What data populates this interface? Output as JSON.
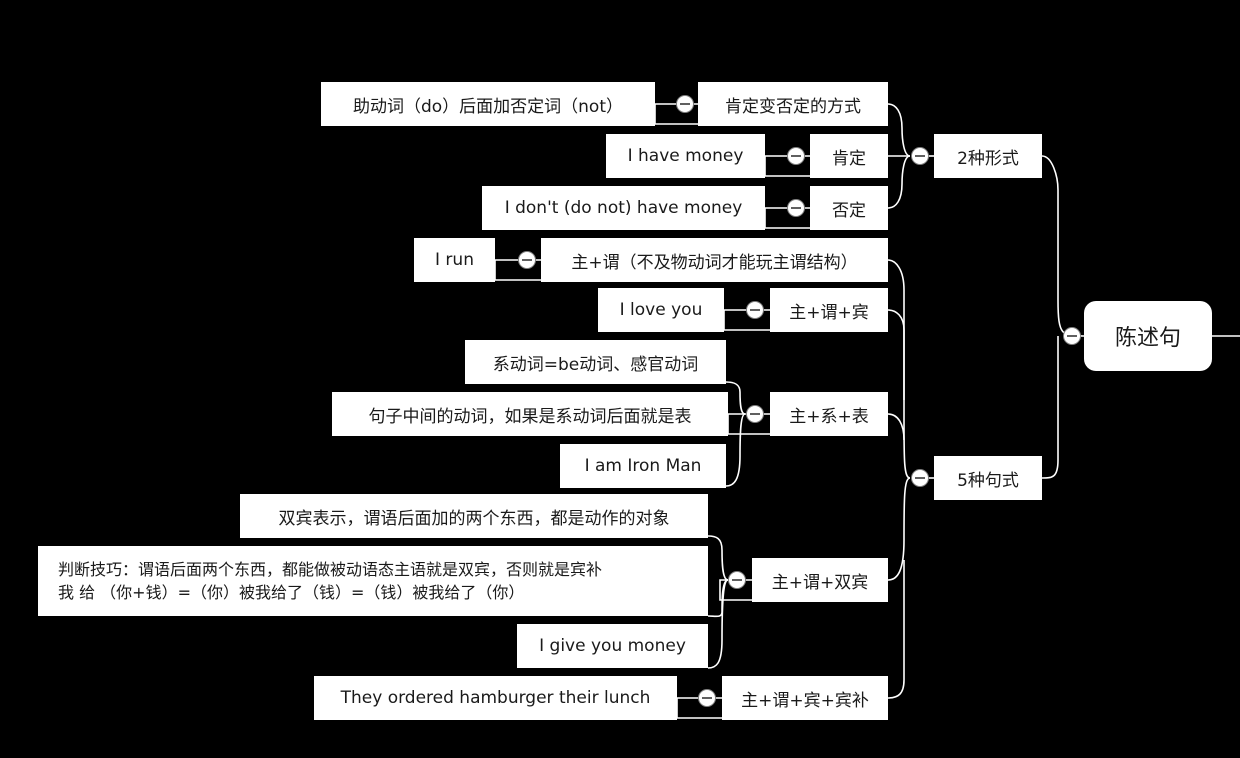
{
  "root": "陈述句",
  "forms": {
    "title": "2种形式",
    "method": {
      "label": "肯定变否定的方式",
      "detail": "助动词（do）后面加否定词（not）"
    },
    "positive": {
      "label": "肯定",
      "example": "I have money"
    },
    "negative": {
      "label": "否定",
      "example": "I don't (do not) have money"
    }
  },
  "patterns": {
    "title": "5种句式",
    "sv": {
      "label": "主+谓（不及物动词才能玩主谓结构）",
      "example": "I run"
    },
    "svo": {
      "label": "主+谓+宾",
      "example": "I love you"
    },
    "svc": {
      "label": "主+系+表",
      "note1": "系动词=be动词、感官动词",
      "note2": "句子中间的动词，如果是系动词后面就是表",
      "example": "I am Iron Man"
    },
    "svoo": {
      "label": "主+谓+双宾",
      "note1": "双宾表示，谓语后面加的两个东西，都是动作的对象",
      "tip_line1": "判断技巧：谓语后面两个东西，都能做被动语态主语就是双宾，否则就是宾补",
      "tip_line2": "我 给 （你+钱）=（你）被我给了（钱）=（钱）被我给了（你）",
      "example": "I give you money"
    },
    "svoc": {
      "label": "主+谓+宾+宾补",
      "example": "They ordered hamburger their lunch"
    }
  }
}
